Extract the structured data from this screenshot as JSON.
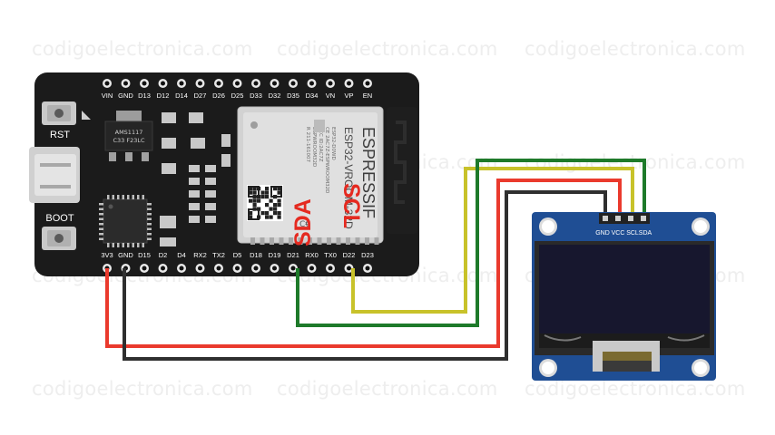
{
  "watermark": "codigoelectronica.com",
  "esp32": {
    "top_pins": [
      "VIN",
      "GND",
      "D13",
      "D12",
      "D14",
      "D27",
      "D26",
      "D25",
      "D33",
      "D32",
      "D35",
      "D34",
      "VN",
      "VP",
      "EN"
    ],
    "bottom_pins": [
      "3V3",
      "GND",
      "D15",
      "D2",
      "D4",
      "RX2",
      "TX2",
      "D5",
      "D18",
      "D19",
      "D21",
      "RX0",
      "TX0",
      "D22",
      "D23"
    ],
    "buttons": {
      "rst": "RST",
      "boot": "BOOT"
    },
    "regulator_text": [
      "AMS1117",
      "C33 F23LC"
    ],
    "module": {
      "brand": "ESPRESSIF",
      "model": "ESP32-VROOM-32D",
      "fine_print": [
        "ESP32-D0WD",
        "CE 2AC7Z-ESPWROOM32D",
        "FCC ID:2AC7Z",
        "ESPWROOM32D",
        "R 211-161007"
      ]
    }
  },
  "labels": {
    "sda": "SDA",
    "scl": "SCL"
  },
  "oled": {
    "pins": [
      "GND",
      "VCC",
      "SCL",
      "SDA"
    ]
  },
  "colors": {
    "board": "#1b1b1b",
    "module_shield": "#d2d2d2",
    "oled_pcb": "#1f4e94",
    "oled_screen": "#17172e",
    "wire_red": "#ea3a2d",
    "wire_black": "#2f2f2f",
    "wire_yellow": "#c8c22a",
    "wire_green": "#1e7a2a",
    "label_red": "#e52a20"
  }
}
